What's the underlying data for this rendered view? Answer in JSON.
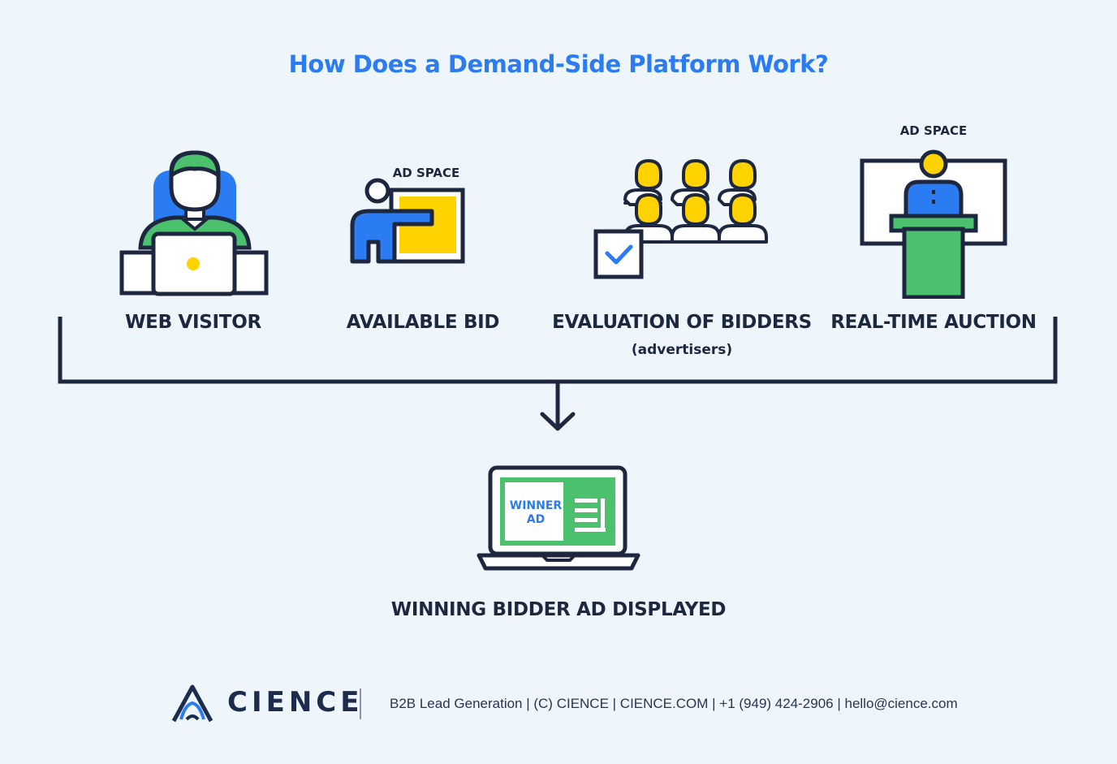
{
  "title": "How Does a Demand-Side Platform Work?",
  "steps": [
    {
      "label": "WEB VISITOR",
      "sub": "",
      "caption": ""
    },
    {
      "label": "AVAILABLE BID",
      "sub": "",
      "caption": "AD SPACE"
    },
    {
      "label": "EVALUATION OF BIDDERS",
      "sub": "(advertisers)",
      "caption": ""
    },
    {
      "label": "REAL-TIME AUCTION",
      "sub": "",
      "caption": "AD SPACE"
    }
  ],
  "result": {
    "label": "WINNING BIDDER AD DISPLAYED",
    "screen_line1": "WINNER",
    "screen_line2": "AD"
  },
  "footer": {
    "brand": "CIENCE",
    "info": "B2B Lead Generation | (C) CIENCE | CIENCE.COM | +1 (949) 424-2906 | hello@cience.com"
  },
  "colors": {
    "accent_blue": "#2b7bf2",
    "green": "#4cc16d",
    "yellow": "#ffd200",
    "navy": "#1d2840",
    "background": "#eef5fb"
  },
  "icons": [
    "web-visitor-icon",
    "presenter-icon",
    "bidders-icon",
    "auction-icon",
    "laptop-icon",
    "down-arrow-icon",
    "cience-logo-icon"
  ]
}
